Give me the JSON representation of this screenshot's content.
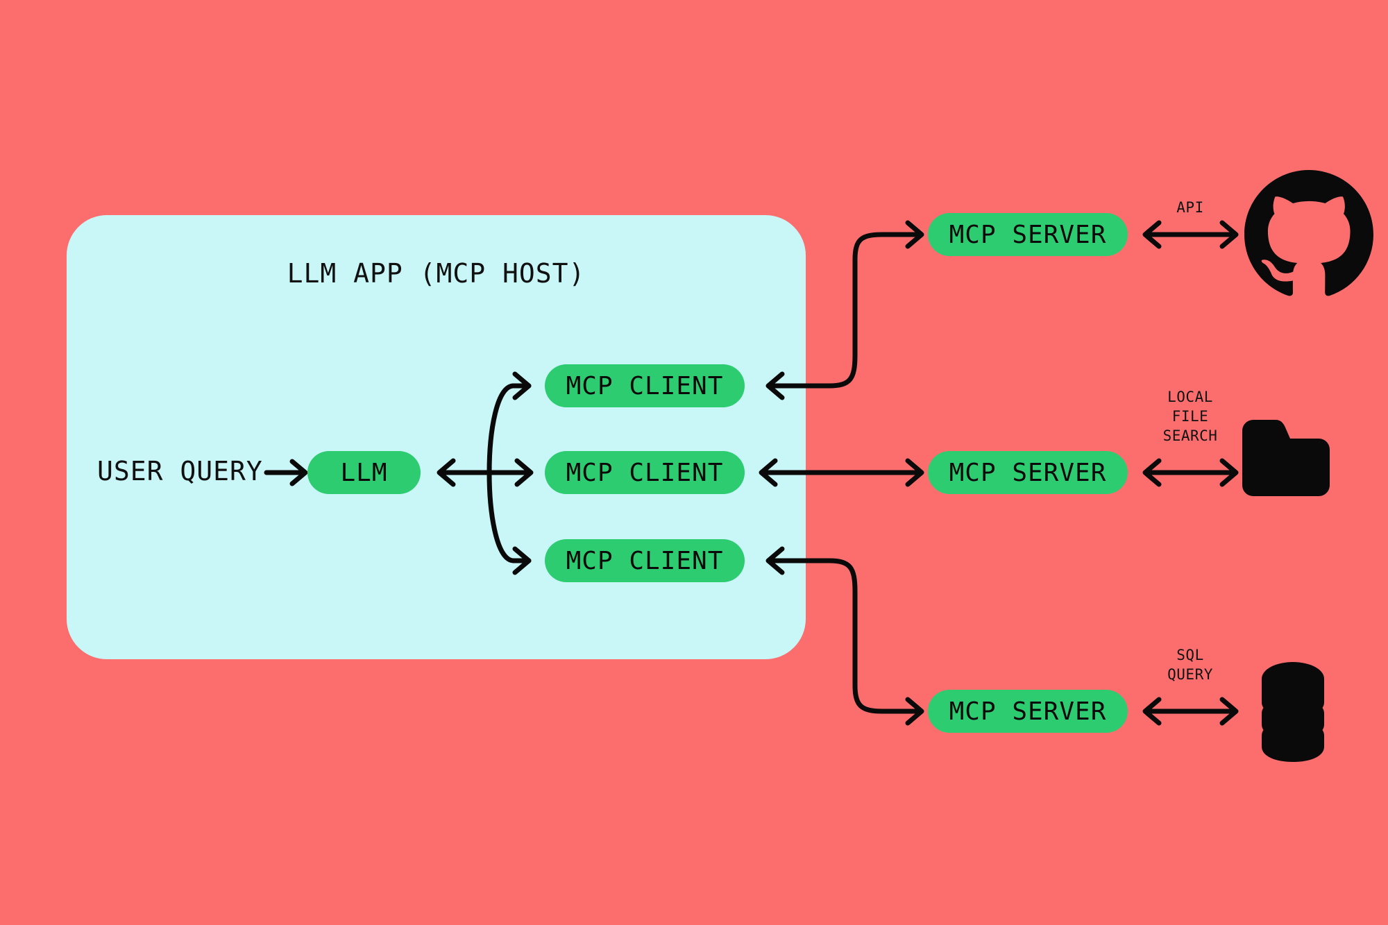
{
  "diagram": {
    "title": "LLM APP (MCP HOST)",
    "background_color": "#FC6E6E",
    "host_color": "#C9F6F7",
    "pill_color": "#2ECC71",
    "ink_color": "#0A0A0A"
  },
  "host": {
    "title": "LLM APP (MCP HOST)",
    "entry_label": "USER QUERY",
    "llm_label": "LLM",
    "clients": [
      {
        "label": "MCP CLIENT"
      },
      {
        "label": "MCP CLIENT"
      },
      {
        "label": "MCP CLIENT"
      }
    ]
  },
  "servers": [
    {
      "label": "MCP SERVER",
      "edge_label": "API",
      "resource_icon": "github-icon",
      "resource_name": "github"
    },
    {
      "label": "MCP SERVER",
      "edge_label": "LOCAL\nFILE\nSEARCH",
      "resource_icon": "folder-icon",
      "resource_name": "local-files"
    },
    {
      "label": "MCP SERVER",
      "edge_label": "SQL\nQUERY",
      "resource_icon": "database-icon",
      "resource_name": "database"
    }
  ]
}
